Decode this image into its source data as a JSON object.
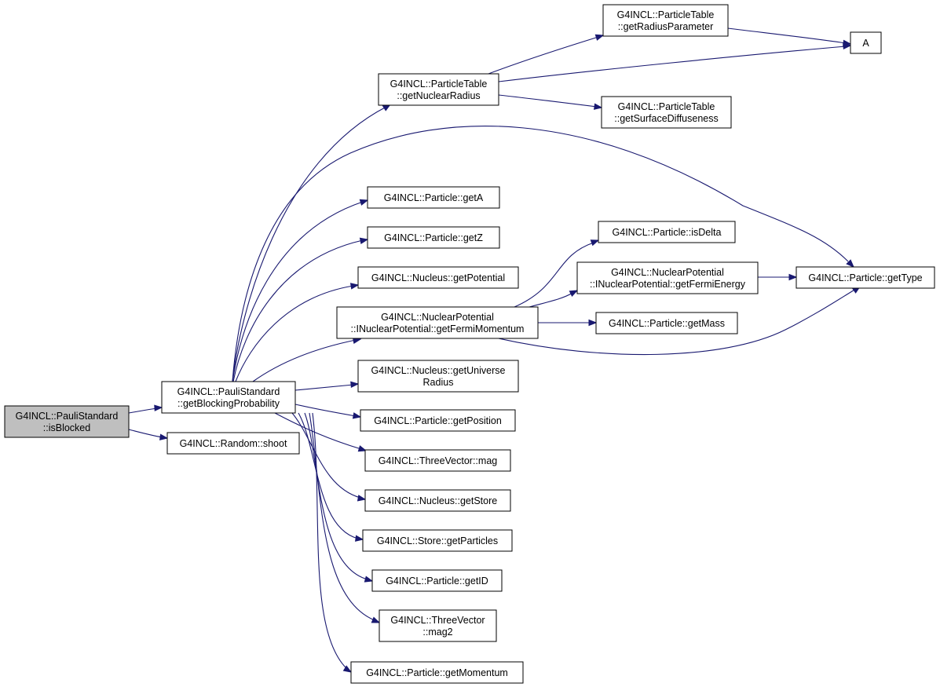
{
  "colors": {
    "edge": "#191970",
    "root_fill": "#bfbfbf",
    "node_fill": "#ffffff",
    "node_border": "#000000"
  },
  "nodes": {
    "isBlocked": {
      "lines": [
        "G4INCL::PauliStandard",
        "::isBlocked"
      ]
    },
    "getBlockingProbability": {
      "lines": [
        "G4INCL::PauliStandard",
        "::getBlockingProbability"
      ]
    },
    "shoot": {
      "lines": [
        "G4INCL::Random::shoot"
      ]
    },
    "getNuclearRadius": {
      "lines": [
        "G4INCL::ParticleTable",
        "::getNuclearRadius"
      ]
    },
    "getRadiusParameter": {
      "lines": [
        "G4INCL::ParticleTable",
        "::getRadiusParameter"
      ]
    },
    "A": {
      "lines": [
        "A"
      ]
    },
    "getSurfaceDiffuseness": {
      "lines": [
        "G4INCL::ParticleTable",
        "::getSurfaceDiffuseness"
      ]
    },
    "getA": {
      "lines": [
        "G4INCL::Particle::getA"
      ]
    },
    "getZ": {
      "lines": [
        "G4INCL::Particle::getZ"
      ]
    },
    "getPotential": {
      "lines": [
        "G4INCL::Nucleus::getPotential"
      ]
    },
    "getFermiMomentum": {
      "lines": [
        "G4INCL::NuclearPotential",
        "::INuclearPotential::getFermiMomentum"
      ]
    },
    "isDelta": {
      "lines": [
        "G4INCL::Particle::isDelta"
      ]
    },
    "getFermiEnergy": {
      "lines": [
        "G4INCL::NuclearPotential",
        "::INuclearPotential::getFermiEnergy"
      ]
    },
    "getMass": {
      "lines": [
        "G4INCL::Particle::getMass"
      ]
    },
    "getType": {
      "lines": [
        "G4INCL::Particle::getType"
      ]
    },
    "getUniverseRadius": {
      "lines": [
        "G4INCL::Nucleus::getUniverse",
        "Radius"
      ]
    },
    "getPosition": {
      "lines": [
        "G4INCL::Particle::getPosition"
      ]
    },
    "mag": {
      "lines": [
        "G4INCL::ThreeVector::mag"
      ]
    },
    "getStore": {
      "lines": [
        "G4INCL::Nucleus::getStore"
      ]
    },
    "getParticles": {
      "lines": [
        "G4INCL::Store::getParticles"
      ]
    },
    "getID": {
      "lines": [
        "G4INCL::Particle::getID"
      ]
    },
    "mag2": {
      "lines": [
        "G4INCL::ThreeVector",
        "::mag2"
      ]
    },
    "getMomentum": {
      "lines": [
        "G4INCL::Particle::getMomentum"
      ]
    }
  },
  "edges": [
    [
      "isBlocked",
      "getBlockingProbability"
    ],
    [
      "isBlocked",
      "shoot"
    ],
    [
      "getBlockingProbability",
      "getNuclearRadius"
    ],
    [
      "getBlockingProbability",
      "getType"
    ],
    [
      "getBlockingProbability",
      "getA"
    ],
    [
      "getBlockingProbability",
      "getZ"
    ],
    [
      "getBlockingProbability",
      "getPotential"
    ],
    [
      "getBlockingProbability",
      "getFermiMomentum"
    ],
    [
      "getBlockingProbability",
      "getUniverseRadius"
    ],
    [
      "getBlockingProbability",
      "getPosition"
    ],
    [
      "getBlockingProbability",
      "mag"
    ],
    [
      "getBlockingProbability",
      "getStore"
    ],
    [
      "getBlockingProbability",
      "getParticles"
    ],
    [
      "getBlockingProbability",
      "getID"
    ],
    [
      "getBlockingProbability",
      "mag2"
    ],
    [
      "getBlockingProbability",
      "getMomentum"
    ],
    [
      "getNuclearRadius",
      "getRadiusParameter"
    ],
    [
      "getNuclearRadius",
      "A"
    ],
    [
      "getNuclearRadius",
      "getSurfaceDiffuseness"
    ],
    [
      "getRadiusParameter",
      "A"
    ],
    [
      "getFermiMomentum",
      "isDelta"
    ],
    [
      "getFermiMomentum",
      "getFermiEnergy"
    ],
    [
      "getFermiMomentum",
      "getMass"
    ],
    [
      "getFermiMomentum",
      "getType"
    ],
    [
      "getFermiEnergy",
      "getType"
    ]
  ]
}
